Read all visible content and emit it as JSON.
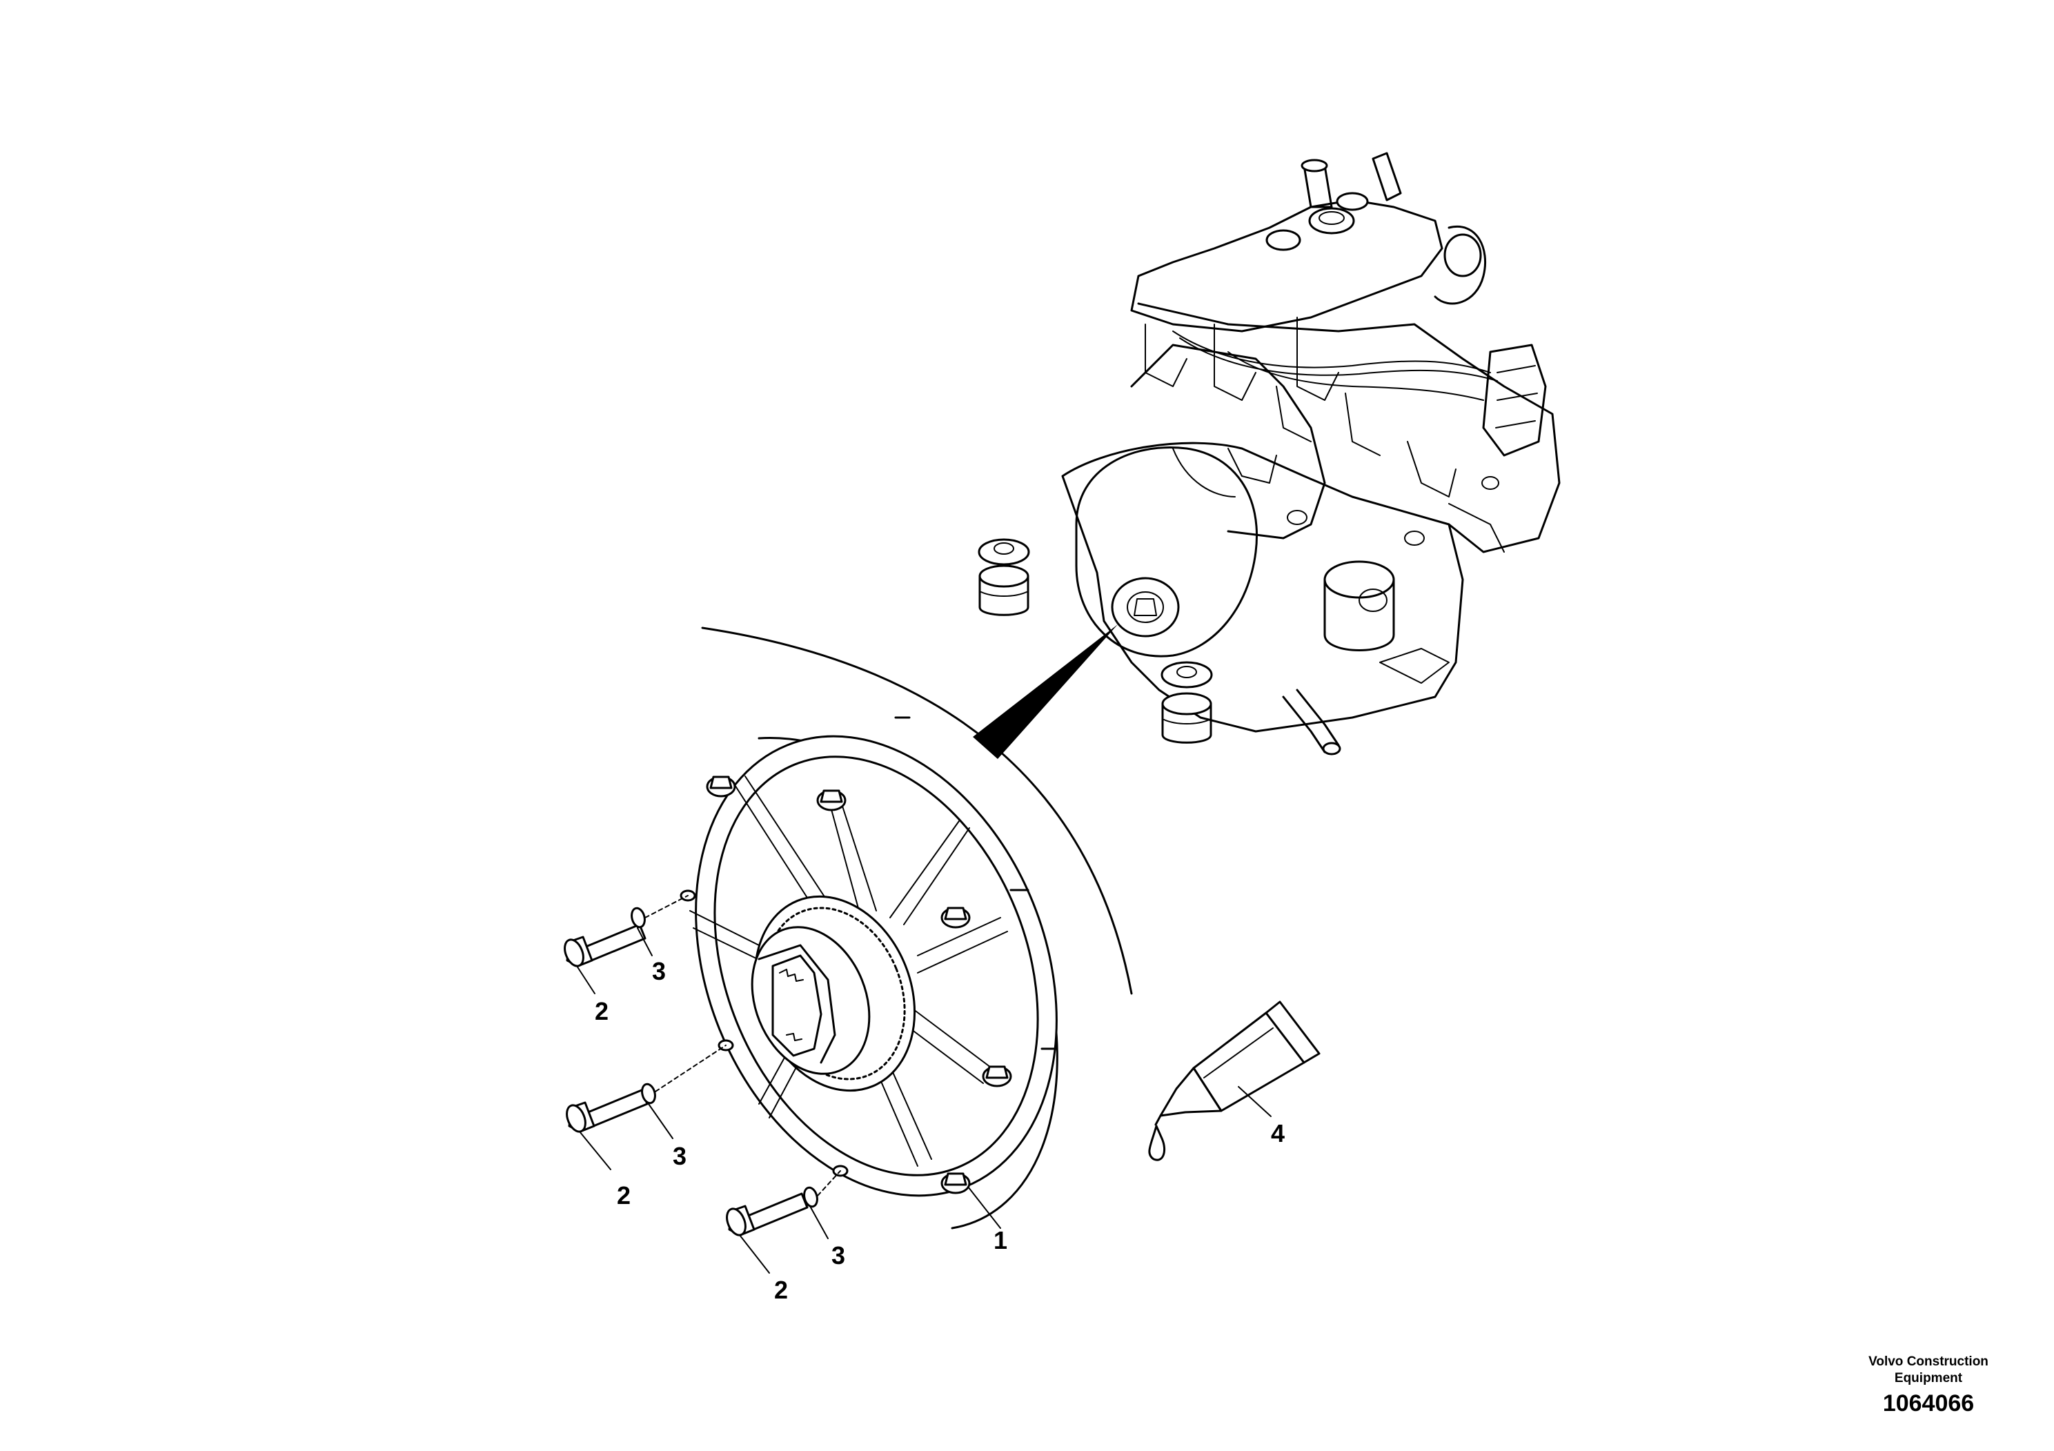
{
  "diagram": {
    "callouts": [
      {
        "id": "c1",
        "label": "1"
      },
      {
        "id": "c2a",
        "label": "2"
      },
      {
        "id": "c2b",
        "label": "2"
      },
      {
        "id": "c2c",
        "label": "2"
      },
      {
        "id": "c3a",
        "label": "3"
      },
      {
        "id": "c3b",
        "label": "3"
      },
      {
        "id": "c3c",
        "label": "3"
      },
      {
        "id": "c4",
        "label": "4"
      }
    ]
  },
  "footer": {
    "brand_line1": "Volvo Construction",
    "brand_line2": "Equipment",
    "doc_number": "1064066"
  },
  "icons": [
    "engine-icon",
    "flex-plate-coupling-icon",
    "bolt-icon",
    "washer-icon",
    "sealant-tube-icon"
  ]
}
